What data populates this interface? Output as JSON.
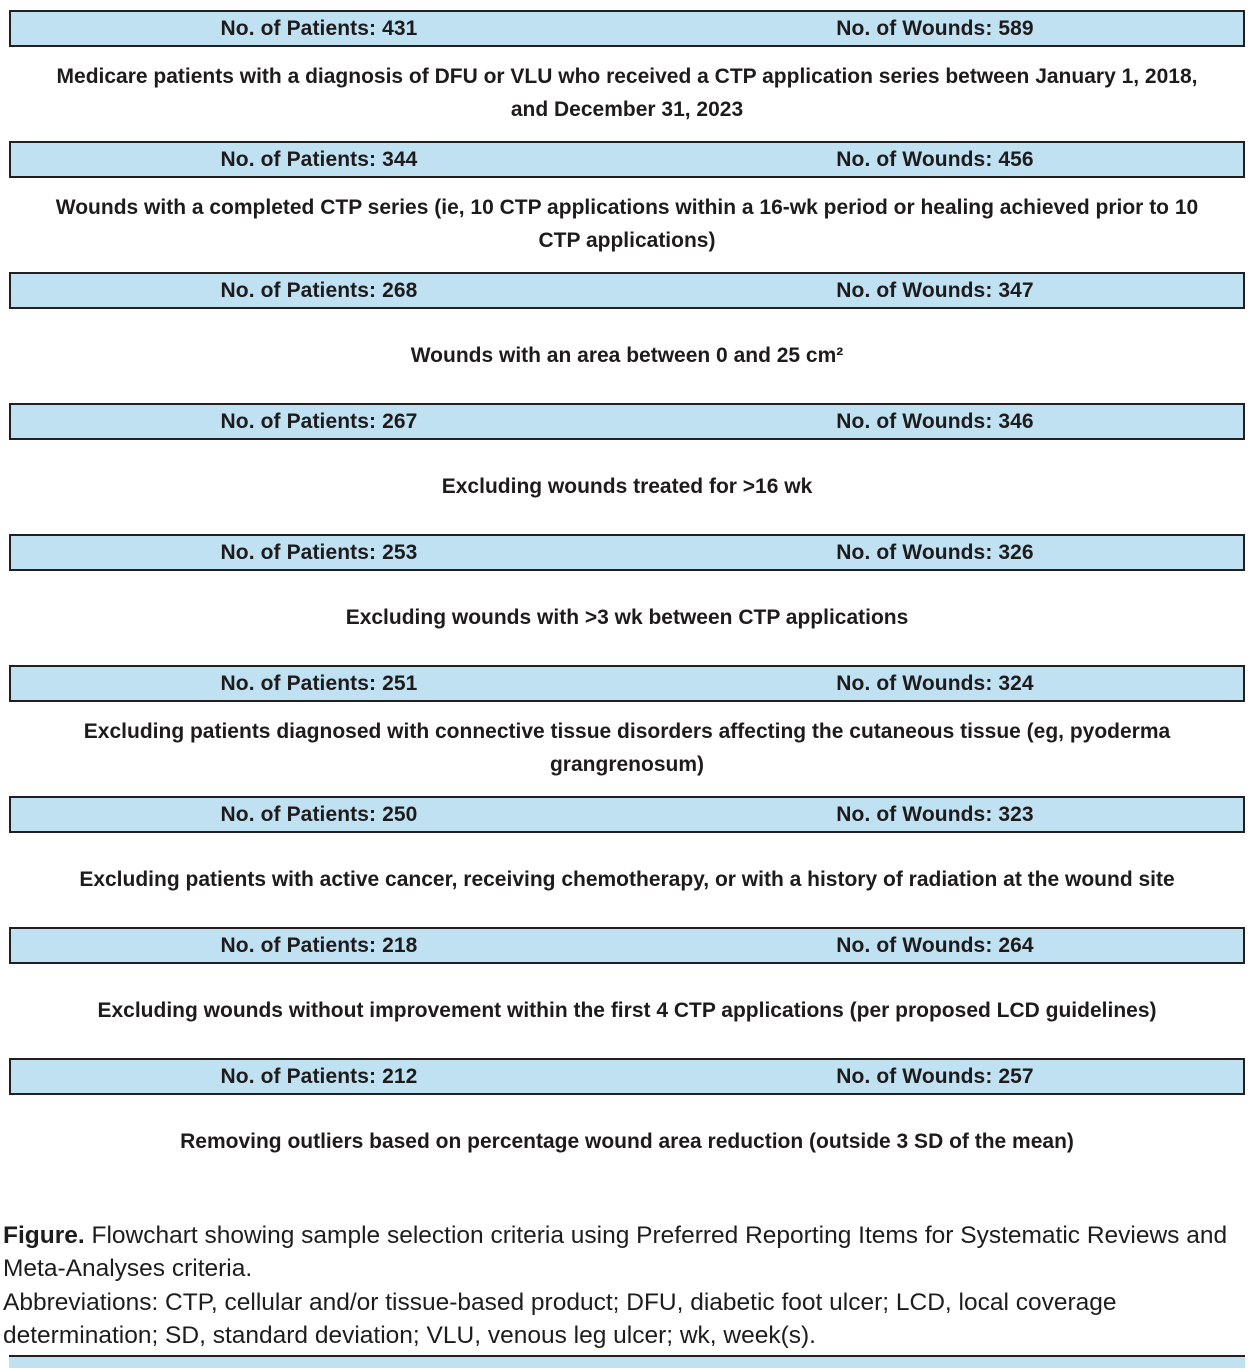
{
  "colors": {
    "bar-fill": "#bfe1f2",
    "bar-border": "#231f20"
  },
  "flowchart": {
    "steps": [
      {
        "patients": "No. of Patients: 431",
        "wounds": "No. of Wounds: 589",
        "description": "Medicare patients with a diagnosis of DFU or VLU who received a CTP application series between January 1, 2018, and December 31, 2023"
      },
      {
        "patients": "No. of Patients: 344",
        "wounds": "No. of Wounds: 456",
        "description": "Wounds with a completed CTP series (ie, 10 CTP applications within a 16-wk period or healing achieved prior to 10 CTP applications)"
      },
      {
        "patients": "No. of Patients: 268",
        "wounds": "No. of Wounds: 347",
        "description": "Wounds with an area between 0 and 25 cm²"
      },
      {
        "patients": "No. of Patients: 267",
        "wounds": "No. of Wounds: 346",
        "description": "Excluding wounds treated for >16 wk"
      },
      {
        "patients": "No. of Patients: 253",
        "wounds": "No. of Wounds: 326",
        "description": "Excluding wounds with >3 wk between CTP applications"
      },
      {
        "patients": "No. of Patients: 251",
        "wounds": "No. of Wounds: 324",
        "description": "Excluding patients diagnosed with connective tissue disorders affecting the cutaneous tissue (eg, pyoderma grangrenosum)"
      },
      {
        "patients": "No. of Patients: 250",
        "wounds": "No. of Wounds: 323",
        "description": "Excluding patients with active cancer, receiving chemotherapy, or with a history of radiation at the wound site"
      },
      {
        "patients": "No. of Patients: 218",
        "wounds": "No. of Wounds: 264",
        "description": "Excluding wounds without improvement within the first 4 CTP applications (per proposed LCD guidelines)"
      },
      {
        "patients": "No. of Patients: 212",
        "wounds": "No. of Wounds: 257",
        "description": "Removing outliers based on percentage wound area reduction (outside 3 SD of the mean)"
      }
    ]
  },
  "caption": {
    "label": "Figure.",
    "text": " Flowchart showing sample selection criteria using Preferred Reporting Items for Systematic Reviews and Meta-Analyses criteria.",
    "abbreviations": "Abbreviations: CTP, cellular and/or tissue-based product; DFU, diabetic foot ulcer; LCD, local coverage determination; SD, standard deviation; VLU, venous leg ulcer; wk, week(s)."
  }
}
